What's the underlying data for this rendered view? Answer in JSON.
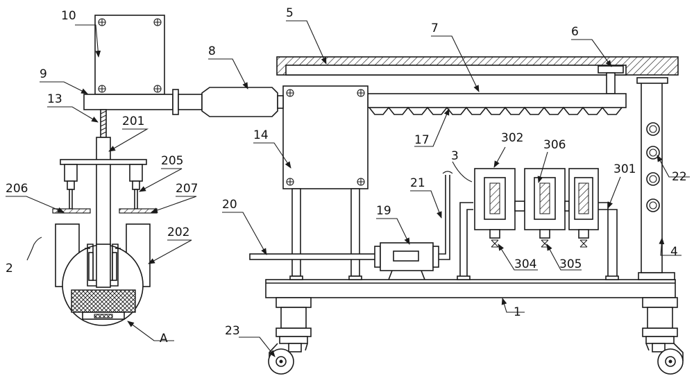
{
  "labels": {
    "l1": "1",
    "l2": "2",
    "l3": "3",
    "l4": "4",
    "l5": "5",
    "l6": "6",
    "l7": "7",
    "l8": "8",
    "l9": "9",
    "l10": "10",
    "l13": "13",
    "l14": "14",
    "l17": "17",
    "l19": "19",
    "l20": "20",
    "l21": "21",
    "l22": "22",
    "l23": "23",
    "l201": "201",
    "l202": "202",
    "l205": "205",
    "l206": "206",
    "l207": "207",
    "l301": "301",
    "l302": "302",
    "l304": "304",
    "l305": "305",
    "l306": "306",
    "lA": "A"
  }
}
